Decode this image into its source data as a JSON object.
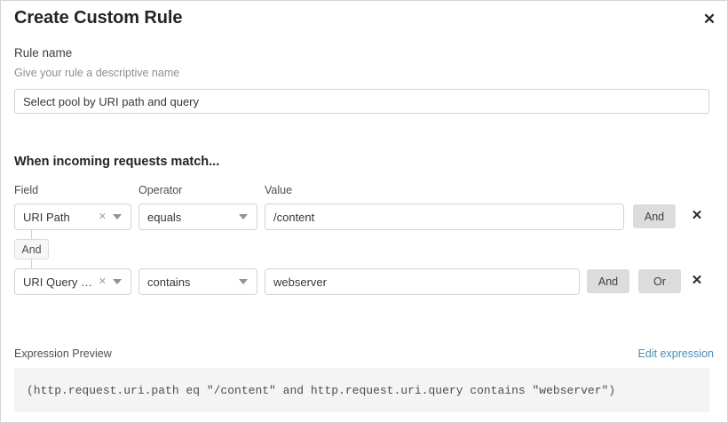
{
  "dialog": {
    "title": "Create Custom Rule",
    "close_icon": "close-icon"
  },
  "rule_name": {
    "label": "Rule name",
    "help": "Give your rule a descriptive name",
    "value": "Select pool by URI path and query",
    "placeholder": "Rule name"
  },
  "match_section": {
    "heading": "When incoming requests match...",
    "columns": {
      "field": "Field",
      "operator": "Operator",
      "value": "Value"
    },
    "connector": "And",
    "rows": [
      {
        "field": "URI Path",
        "operator": "equals",
        "value": "/content",
        "buttons": [
          "And"
        ],
        "delete_icon": "close-icon"
      },
      {
        "field": "URI Query St...",
        "operator": "contains",
        "value": "webserver",
        "buttons": [
          "And",
          "Or"
        ],
        "delete_icon": "close-icon"
      }
    ]
  },
  "expression": {
    "label": "Expression Preview",
    "edit_link": "Edit expression",
    "text": "(http.request.uri.path eq \"/content\" and http.request.uri.query contains \"webserver\")"
  },
  "colors": {
    "link": "#4d8cb5",
    "button_bg": "#dcdcdc",
    "border": "#cfd2d5",
    "code_bg": "#f4f4f4"
  }
}
